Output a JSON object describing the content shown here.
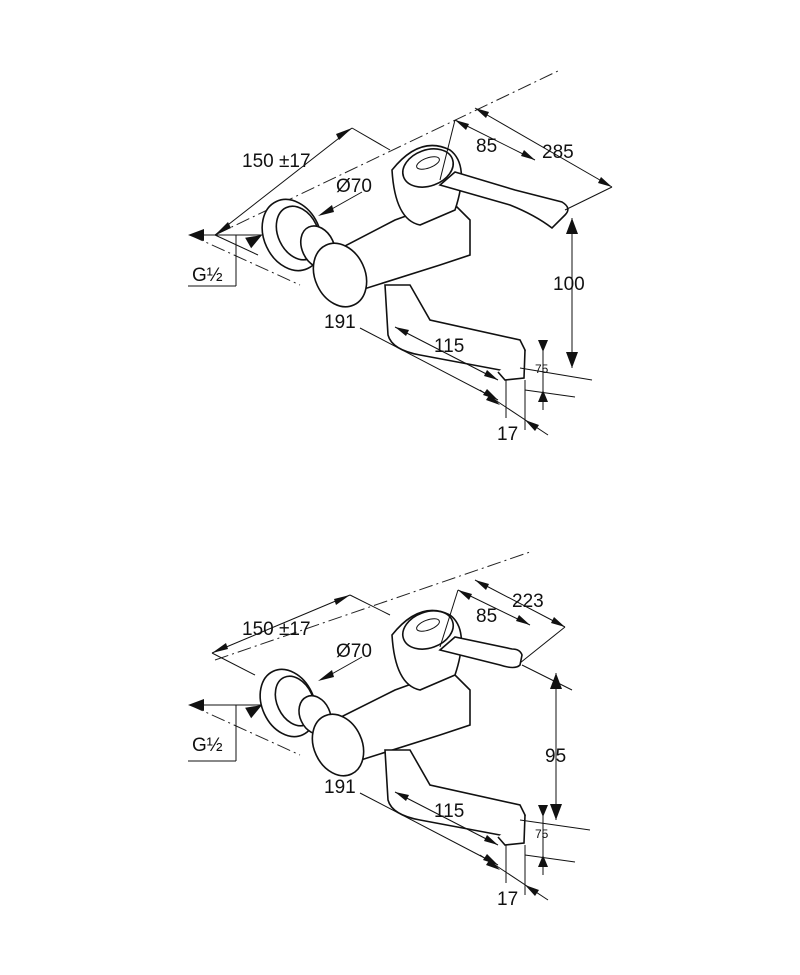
{
  "drawings": [
    {
      "dimensions": {
        "width_adjust": "150 ±17",
        "rosette_diameter": "Ø70",
        "thread": "G½",
        "projection_total": "191",
        "spout_length": "115",
        "lever_offset": "85",
        "lever_reach": "285",
        "height": "100",
        "outlet_height": "75",
        "outlet_diameter": "17"
      }
    },
    {
      "dimensions": {
        "width_adjust": "150 ±17",
        "rosette_diameter": "Ø70",
        "thread": "G½",
        "projection_total": "191",
        "spout_length": "115",
        "lever_offset": "85",
        "lever_reach": "223",
        "height": "95",
        "outlet_height": "75",
        "outlet_diameter": "17"
      }
    }
  ]
}
